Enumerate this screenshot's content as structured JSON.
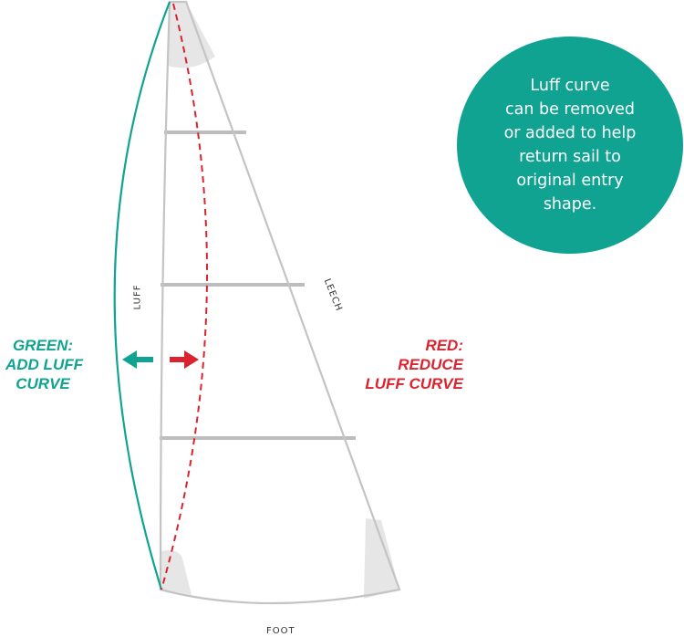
{
  "callout": {
    "lines": [
      "Luff curve",
      "can be removed",
      "or added to help",
      "return sail to",
      "original entry",
      "shape."
    ]
  },
  "labels": {
    "green": [
      "GREEN:",
      "ADD LUFF",
      "CURVE"
    ],
    "red": [
      "RED:",
      "REDUCE",
      "LUFF CURVE"
    ],
    "luff": "LUFF",
    "leech": "LEECH",
    "foot": "FOOT"
  },
  "icons": {
    "green_arrow": "arrow-left-icon",
    "red_arrow": "arrow-right-icon"
  },
  "colors": {
    "green": "#10a392",
    "red": "#d9242f",
    "outline": "#c4c4c4",
    "batten": "#bdbdbd",
    "patch": "#e6e6e6"
  }
}
